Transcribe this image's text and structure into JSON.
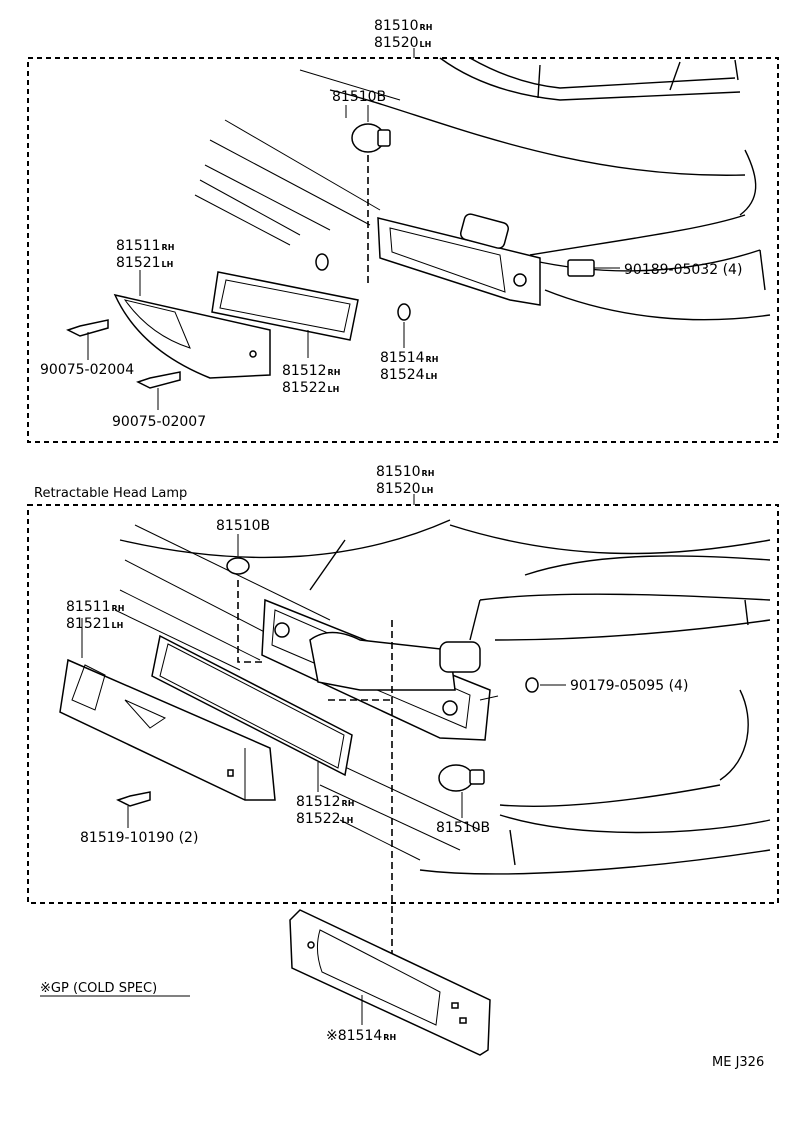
{
  "upper": {
    "assembly_top": {
      "num": "81510",
      "side": "RH"
    },
    "assembly_bottom": {
      "num": "81520",
      "side": "LH"
    },
    "bulb": "81510B",
    "lens_top": {
      "num": "81511",
      "side": "RH"
    },
    "lens_bottom": {
      "num": "81521",
      "side": "LH"
    },
    "screw_1": "90075-02004",
    "screw_2": "90075-02007",
    "gasket_top": {
      "num": "81512",
      "side": "RH"
    },
    "gasket_bottom": {
      "num": "81522",
      "side": "LH"
    },
    "nut_top": {
      "num": "81514",
      "side": "RH"
    },
    "nut_bottom": {
      "num": "81524",
      "side": "LH"
    },
    "clip": "90189-05032 (4)"
  },
  "lower": {
    "section_title": "Retractable Head Lamp",
    "assembly_top": {
      "num": "81510",
      "side": "RH"
    },
    "assembly_bottom": {
      "num": "81520",
      "side": "LH"
    },
    "bulb_top": "81510B",
    "lens_top": {
      "num": "81511",
      "side": "RH"
    },
    "lens_bottom": {
      "num": "81521",
      "side": "LH"
    },
    "nut": "90179-05095 (4)",
    "screw": "81519-10190 (2)",
    "gasket_top": {
      "num": "81512",
      "side": "RH"
    },
    "gasket_bottom": {
      "num": "81522",
      "side": "LH"
    },
    "bulb_bottom": "81510B"
  },
  "spec_note": "※GP (COLD SPEC)",
  "spec_part": {
    "num": "※81514",
    "side": "RH"
  },
  "figure_code": "ME J326"
}
